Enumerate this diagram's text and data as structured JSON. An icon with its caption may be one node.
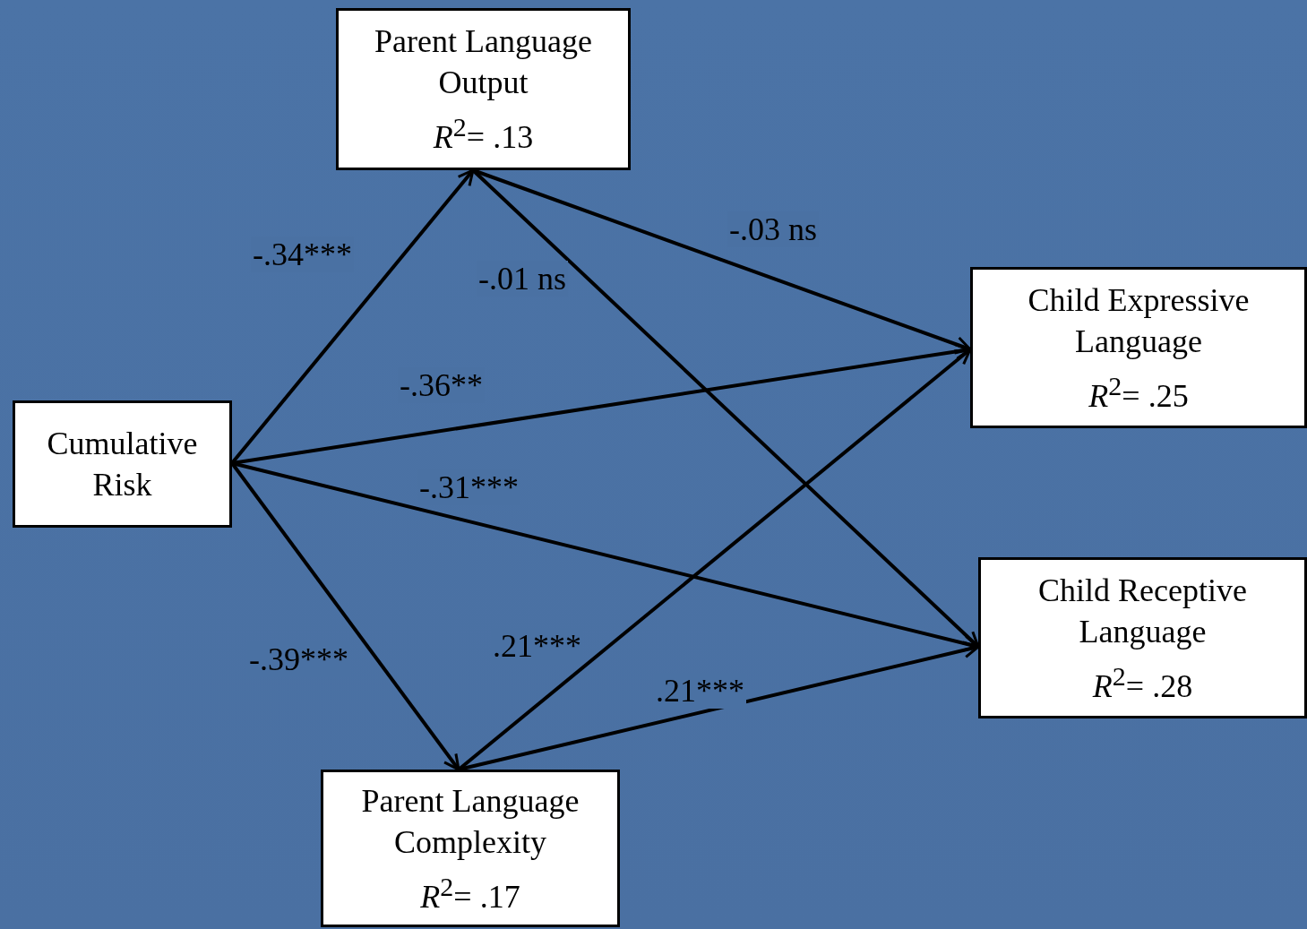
{
  "diagram": {
    "nodes": [
      {
        "text": [
          "Cumulative Risk"
        ]
      },
      {
        "text": [
          "Parent Language Output",
          "*R*$^{2}$= .13"
        ]
      },
      {
        "text": [
          "Parent Language Complexity",
          "*R*$^{2}$= .17"
        ]
      },
      {
        "text": [
          "Child Expressive Language",
          "*R*$^{2}$= .25"
        ]
      },
      {
        "text": [
          "Child Receptive Language",
          "*R*$^{2}$= .28"
        ]
      }
    ],
    "edges": [
      {
        "from": 0,
        "to": 1,
        "arrow": "to",
        "label": "-.34***"
      },
      {
        "from": 0,
        "to": 3,
        "arrow": "to",
        "label": "-.36**"
      },
      {
        "from": 0,
        "to": 4,
        "arrow": "to",
        "label": "-.31***"
      },
      {
        "from": 0,
        "to": 2,
        "arrow": "to",
        "label": "-.39***"
      },
      {
        "from": 1,
        "to": 3,
        "arrow": "to",
        "label": "-.03 ns"
      },
      {
        "from": 1,
        "to": 4,
        "arrow": "to",
        "label": "-.01 ns"
      },
      {
        "from": 2,
        "to": 3,
        "arrow": "to",
        "label": ".21***"
      },
      {
        "from": 2,
        "to": 4,
        "arrow": "to",
        "label": ".21***"
      }
    ]
  }
}
